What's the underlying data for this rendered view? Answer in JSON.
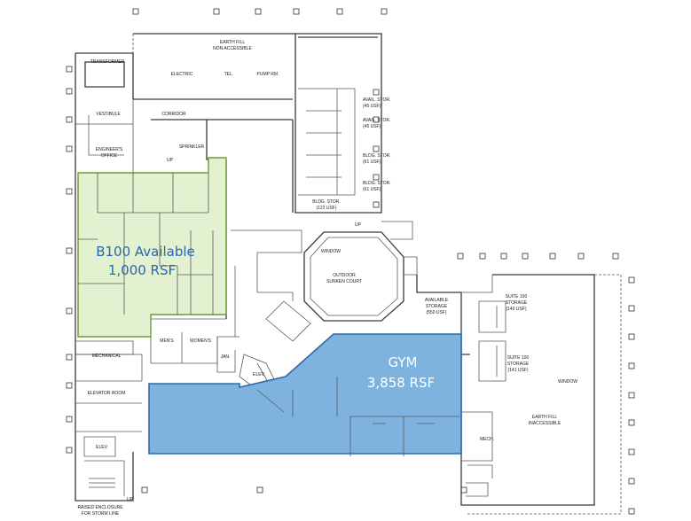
{
  "suites": {
    "b100_line1": "B100 Available",
    "b100_line2": "1,000 RSF",
    "gym_line1": "GYM",
    "gym_line2": "3,858 RSF"
  },
  "rooms": {
    "earth_fill_top_1": "EARTH FILL",
    "earth_fill_top_2": "NON ACCESSIBLE",
    "electric": "ELECTRIC",
    "tel": "TEL.",
    "pump_rm": "PUMP RM.",
    "transformer": "TRANSFORMER",
    "vestibule": "VESTIBULE",
    "corridor": "CORRIDOR",
    "engineers_office_1": "ENGINEER'S",
    "engineers_office_2": "OFFICE",
    "sprinkler": "SPRINKLER",
    "avail_stor_1a": "AVAIL. STOR.",
    "avail_stor_1b": "(45 USF)",
    "avail_stor_2a": "AVAIL. STOR.",
    "avail_stor_2b": "(45 USF)",
    "bldg_stor_1a": "BLDG. STOR.",
    "bldg_stor_1b": "(61 USF)",
    "bldg_stor_2a": "BLDG. STOR.",
    "bldg_stor_2b": "(61 USF)",
    "bldg_stor_3a": "BLDG. STOR.",
    "bldg_stor_3b": "(122 USF)",
    "window_court": "WINDOW",
    "outdoor_1": "OUTDOOR",
    "outdoor_2": "SUNKEN COURT",
    "avail_storage_1": "AVAILABLE",
    "avail_storage_2": "STORAGE",
    "avail_storage_3": "(550 USF)",
    "suite100_a1": "SUITE 100",
    "suite100_a2": "STORAGE",
    "suite100_a3": "(140 USF)",
    "suite100_b1": "SUITE 100",
    "suite100_b2": "STORAGE",
    "suite100_b3": "(141 USF)",
    "window_right": "WINDOW",
    "earth_fill_right_1": "EARTH FILL",
    "earth_fill_right_2": "INACCESSIBLE",
    "mens": "MEN'S",
    "womens": "WOMEN'S",
    "jan": "JAN.",
    "elev_mid": "ELEV.",
    "mechanical": "MECHANICAL",
    "elevator_room": "ELEVATOR ROOM",
    "elev_low": "ELEV.",
    "mech_right": "MECH.",
    "raised_1": "RAISED ENCLOSURE",
    "raised_2": "FOR STORM LINE",
    "up_1": "UP",
    "up_2": "UP",
    "up_3": "UP"
  },
  "colors": {
    "b100_fill": "#e2f1cf",
    "b100_stroke": "#6a9a3a",
    "gym_fill": "#7eb3e0",
    "gym_stroke": "#2e6aa6",
    "label_blue": "#2a66b0"
  }
}
